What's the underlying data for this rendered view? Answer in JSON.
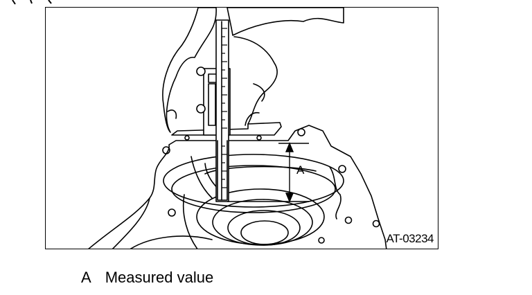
{
  "figure": {
    "id_label": "AT-03234",
    "dimension_letter": "A"
  },
  "legend": {
    "letter": "A",
    "description": "Measured value"
  }
}
